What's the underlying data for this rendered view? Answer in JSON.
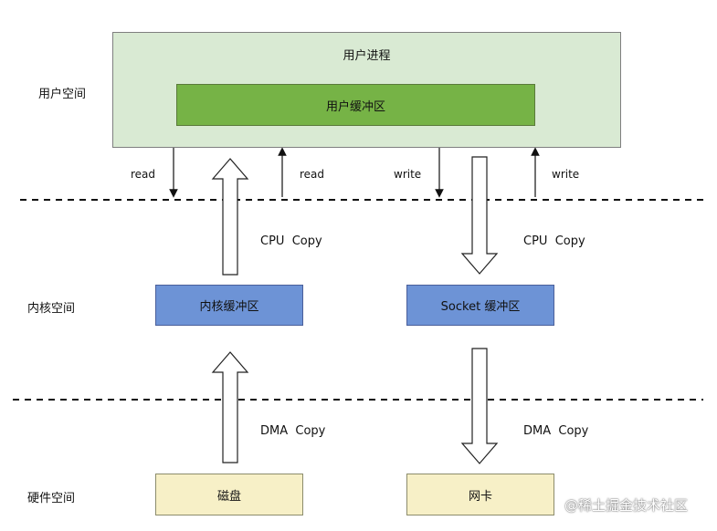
{
  "spaces": {
    "user": "用户空间",
    "kernel": "内核空间",
    "hardware": "硬件空间"
  },
  "boxes": {
    "user_process": "用户进程",
    "user_buffer": "用户缓冲区",
    "kernel_buffer": "内核缓冲区",
    "socket_buffer": "Socket 缓冲区",
    "disk": "磁盘",
    "nic": "网卡"
  },
  "arrows": {
    "read_left": "read",
    "read_right": "read",
    "write_left": "write",
    "write_right": "write",
    "cpu_copy_left": "CPU  Copy",
    "cpu_copy_right": "CPU  Copy",
    "dma_copy_left": "DMA  Copy",
    "dma_copy_right": "DMA  Copy"
  },
  "watermark": "@稀土掘金技术社区",
  "colors": {
    "user_process_fill": "#d9ead3",
    "user_buffer_fill": "#76b346",
    "kernel_buffer_fill": "#6d93d6",
    "hardware_fill": "#f7f0c7"
  }
}
